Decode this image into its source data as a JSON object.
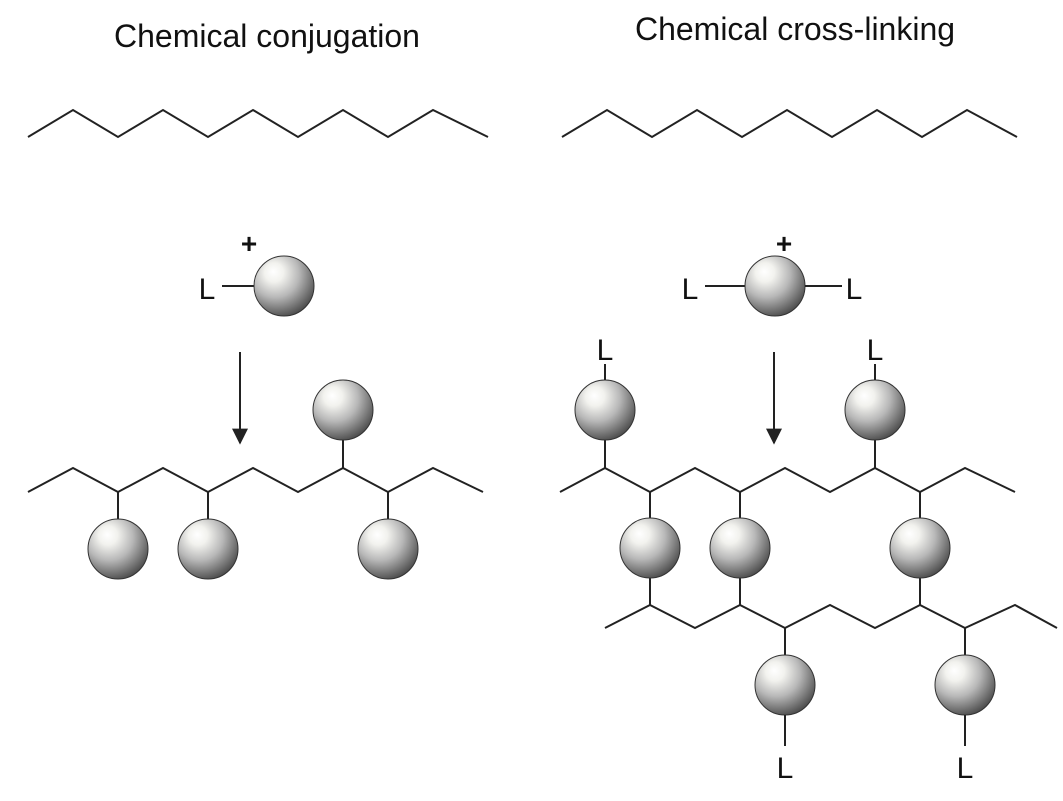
{
  "panels": {
    "left": {
      "title": "Chemical conjugation",
      "reagent": {
        "charge": "+",
        "ligand": "L"
      }
    },
    "right": {
      "title": "Chemical cross-linking",
      "reagent": {
        "charge": "+",
        "ligand_left": "L",
        "ligand_right": "L"
      },
      "product_ligands": [
        "L",
        "L",
        "L",
        "L"
      ]
    }
  },
  "colors": {
    "line": "#222222",
    "sphere_highlight": "#ffffff",
    "sphere_mid": "#b8b8b8",
    "sphere_shadow": "#4a4a4a"
  }
}
